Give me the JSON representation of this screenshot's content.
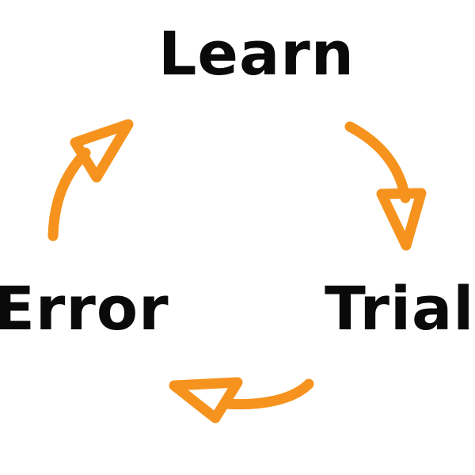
{
  "nodes": {
    "learn": "Learn",
    "trial": "Trial",
    "error": "Error"
  },
  "colors": {
    "arrow": "#F6931E",
    "text": "#0A0A0A",
    "background": "#FFFFFF"
  },
  "edges": [
    {
      "from": "Learn",
      "to": "Trial"
    },
    {
      "from": "Trial",
      "to": "Error"
    },
    {
      "from": "Error",
      "to": "Learn"
    }
  ]
}
